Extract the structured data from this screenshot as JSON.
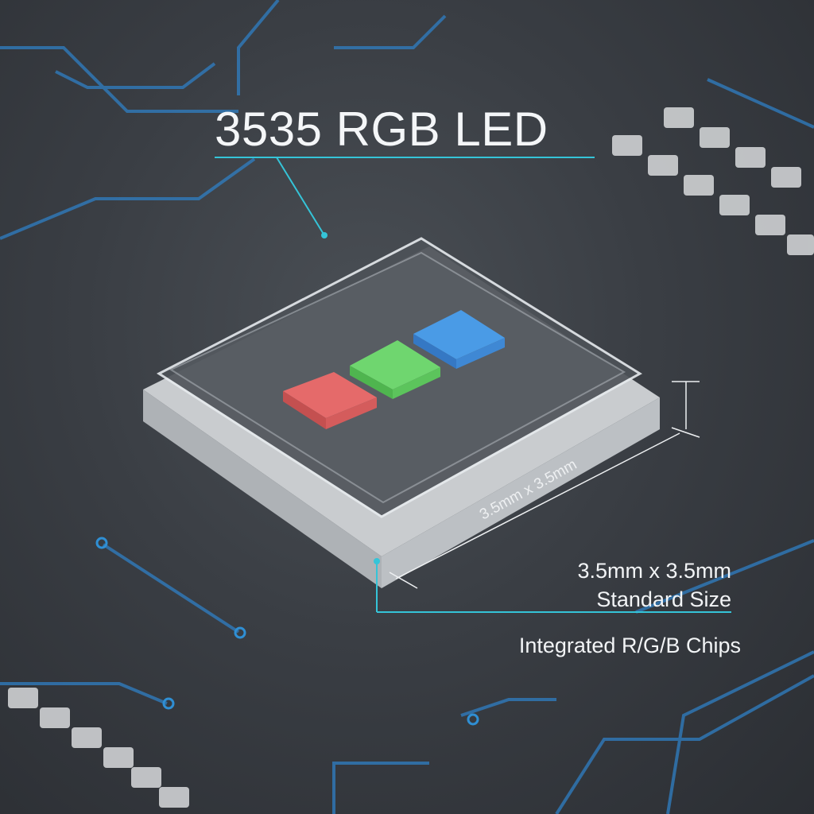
{
  "title": "3535 RGB LED",
  "dimension_label": "3.5mm x 3.5mm",
  "callout": {
    "line1": "3.5mm x 3.5mm",
    "line2": "Standard Size",
    "line3": "Integrated R/G/B Chips"
  },
  "chips": [
    {
      "name": "red",
      "color": "#e56a6a"
    },
    {
      "name": "green",
      "color": "#6fd66f"
    },
    {
      "name": "blue",
      "color": "#4a9be6"
    }
  ],
  "colors": {
    "accent_line": "#35c4d8",
    "circuit_trace": "#2f7fc4",
    "background": "#3a3e44"
  }
}
